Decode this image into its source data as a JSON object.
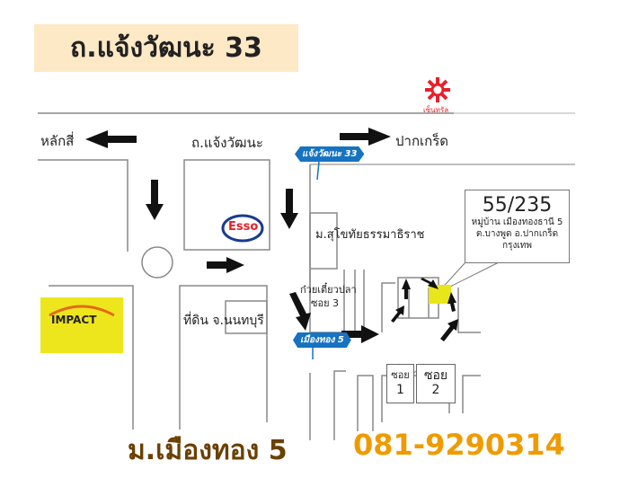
{
  "title": "ถ.แจ้งวัฒนะ 33",
  "logo": {
    "brand_text": "เซ็นทรัล",
    "color": "#e8202a"
  },
  "labels": {
    "laksi": "หลักสี่",
    "chaengwattana": "ถ.แจ้งวัฒนะ",
    "pakkret": "ปากเกร็ด",
    "sukhothai": "ม.สุโขทัยธรรมาธิราช",
    "noodle": "ก๋วยเตี๋ยวปลา",
    "soi3": "ซอย 3",
    "land": "ที่ดิน จ.นนทบุรี"
  },
  "signs": {
    "chaengwattana33": "แจ้งวัฒนะ 33",
    "muangthong5": "เมืองทอง 5"
  },
  "esso": "Esso",
  "impact": "IMPACT",
  "address": {
    "number": "55/235",
    "line1": "หมู่บ้าน เมืองทองธานี 5",
    "line2": "ต.บางพูด อ.ปากเกร็ด",
    "line3": "กรุงเทพ"
  },
  "soi_boxes": [
    {
      "label": "ซอย",
      "num": "1"
    },
    {
      "label": "ซอย",
      "num": "2"
    }
  ],
  "footer": {
    "village": "ม.เมืองทอง 5",
    "phone": "081-9290314"
  },
  "colors": {
    "title_bg": "#fde9c6",
    "highlight": "#e8e61a",
    "sign": "#1573c2",
    "village": "#6b4000",
    "phone": "#ef9b00"
  }
}
